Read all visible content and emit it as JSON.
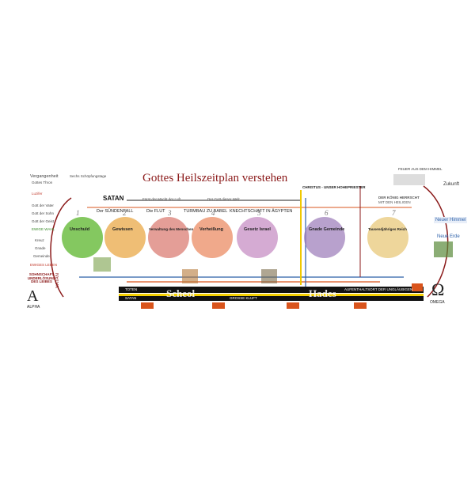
{
  "title": "Gottes Heilszeitplan verstehen",
  "left": {
    "vergangenheit": "Vergangenheit",
    "gottes_thron": "Gottes Thron",
    "sechs_tage": "Sechs Schöpfungstage",
    "luzifer": "Luzifer",
    "gott_vater": "Gott der Vater",
    "gott_sohn": "Gott der Sohn",
    "gott_geist": "Gott der Geist",
    "ewige_wahl": "EWIGE WAHL",
    "kreuz": "Kreuz",
    "gnade": "Gnade",
    "gemeinde": "Gemeinde",
    "ewiges_leben": "EWIGES LEBEN",
    "sohnschaft": "SOHNSCHAFT UNDERLÖSUNG DES LEIBES",
    "satan_vertical": "SATAN",
    "alpha": "ALPHA",
    "alpha_symbol": "A"
  },
  "right": {
    "zukunft": "Zukunft",
    "neuer_himmel": "Neuer Himmel",
    "neue_erde": "Neue Erde",
    "feuer": "FEUER AUS DEM HIMMEL",
    "omega": "OMEGA",
    "omega_symbol": "Ω"
  },
  "top": {
    "satan": "SATAN",
    "fuerst": "Fürst der Macht der Luft",
    "gott_welt": "Der Gott dieser Welt",
    "christus": "CHRISTUS - UNSER HOHEPRIESTER",
    "koenig": "DER KÖNIG HERRSCHT",
    "heiligen": "MIT DEN HEILIGEN"
  },
  "eras": [
    {
      "num": "1",
      "label": "Unschuld",
      "top_caption": ""
    },
    {
      "num": "2",
      "label": "Gewissen",
      "top_caption": "Der SÜNDENFALL"
    },
    {
      "num": "3",
      "label": "Verwaltung des Menschen",
      "top_caption": "Die FLUT"
    },
    {
      "num": "4",
      "label": "Verheißung",
      "top_caption": "TURMBAU ZU BABEL"
    },
    {
      "num": "5",
      "label": "Gesetz Israel",
      "top_caption": "KNECHTSCHAFT IN ÄGYPTEN"
    },
    {
      "num": "6",
      "label": "Gnade Gemeinde",
      "top_caption": ""
    },
    {
      "num": "7",
      "label": "Tausendjähriges Reich",
      "top_caption": ""
    }
  ],
  "bottom": {
    "scheol": "Scheol",
    "hades": "Hades",
    "aufenthalt": "AUFENTHALTSORT DER UNGLÄUBIGEN",
    "kluft": "GROSSE KLUFT",
    "satan_bottom": "SATAN",
    "toten": "TOTEN"
  },
  "colors": {
    "title": "#8b1a1a",
    "era1": "#6fbe44",
    "era2": "#e8a23a",
    "era3": "#d9756b",
    "era4": "#e9855a",
    "era5": "#c78fc4",
    "era6": "#9a79b8",
    "era7": "#e8c87a",
    "bar": "#111111",
    "fire": "#d9541c"
  }
}
